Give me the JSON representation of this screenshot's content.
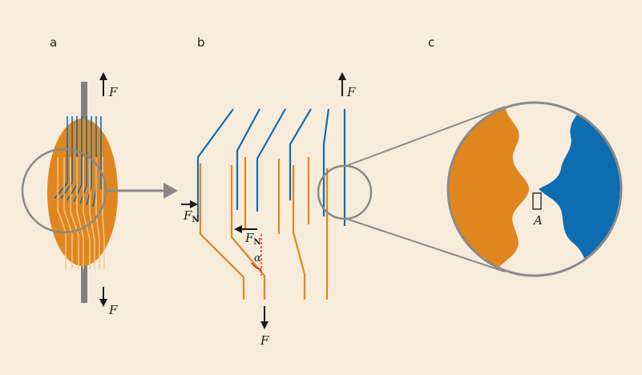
{
  "panels": {
    "a": "a",
    "b": "b",
    "c": "c"
  },
  "labels": {
    "force": "F",
    "normal_force": "F",
    "normal_sub": "N",
    "angle": "α",
    "contact_area": "A"
  },
  "colors": {
    "background": "#f7ebdc",
    "orange": "#e0861e",
    "blue": "#0e6db1",
    "gray": "#8a8a8a",
    "dark_gray": "#7d7d7d",
    "black": "#1a1a1a",
    "red": "#d02020"
  }
}
